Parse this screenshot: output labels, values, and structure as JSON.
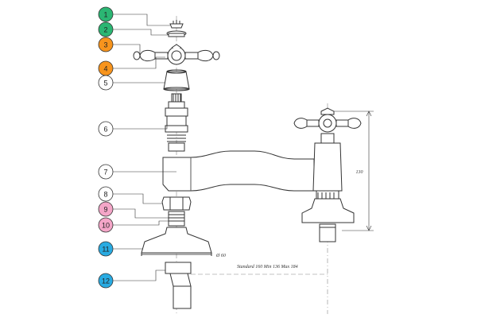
{
  "callouts": [
    {
      "label": "1",
      "color": "#2bb673"
    },
    {
      "label": "2",
      "color": "#2bb673"
    },
    {
      "label": "3",
      "color": "#f7941d"
    },
    {
      "label": "4",
      "color": "#f7941d"
    },
    {
      "label": "5",
      "color": "#ffffff"
    },
    {
      "label": "6",
      "color": "#ffffff"
    },
    {
      "label": "7",
      "color": "#ffffff"
    },
    {
      "label": "8",
      "color": "#ffffff"
    },
    {
      "label": "9",
      "color": "#f4a6c8"
    },
    {
      "label": "10",
      "color": "#f4a6c8"
    },
    {
      "label": "11",
      "color": "#29abe2"
    },
    {
      "label": "12",
      "color": "#29abe2"
    }
  ],
  "dimensions": {
    "height_label": "130",
    "flange_label": "Ø 60",
    "standard_label": "Standard 160 Min 136 Max 184"
  },
  "colors": {
    "line": "#333333",
    "dash": "#666666"
  }
}
